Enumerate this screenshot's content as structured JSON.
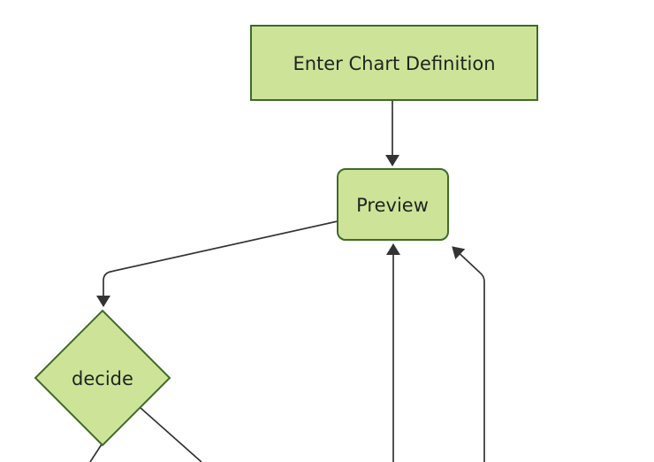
{
  "diagram": {
    "type": "flowchart",
    "direction": "top-down",
    "nodes": [
      {
        "id": "A",
        "label": "Enter Chart Definition",
        "shape": "rectangle"
      },
      {
        "id": "B",
        "label": "Preview",
        "shape": "rounded-rectangle"
      },
      {
        "id": "C",
        "label": "decide",
        "shape": "diamond"
      }
    ],
    "edges": [
      {
        "from": "Enter Chart Definition",
        "to": "Preview",
        "arrowhead": true
      },
      {
        "from": "Preview",
        "to": "decide",
        "arrowhead": true
      },
      {
        "from": "offscreen-bottom-center",
        "to": "Preview",
        "arrowhead": true
      },
      {
        "from": "offscreen-bottom-right",
        "to": "Preview",
        "arrowhead": true
      },
      {
        "from": "decide",
        "to": "offscreen-bottom-left",
        "arrowhead": false
      },
      {
        "from": "decide",
        "to": "offscreen-bottom-right",
        "arrowhead": false
      }
    ],
    "colors": {
      "node_fill": "#cde498",
      "node_border": "#3e6b28",
      "edge": "#333333",
      "label_text": "#1f2420",
      "background": "#ffffff"
    }
  }
}
